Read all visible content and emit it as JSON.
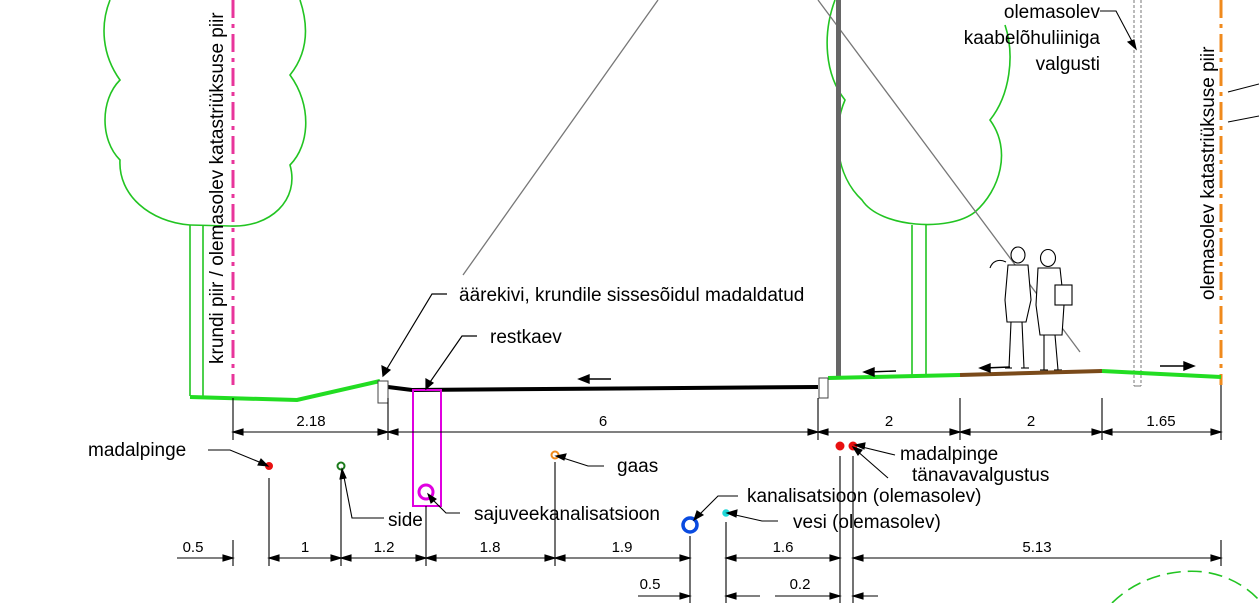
{
  "labels": {
    "boundary_left": "krundi piir / olemasolev katastriüksuse piir",
    "boundary_right": "olemasolev katastriüksuse piir",
    "curb": "äärekivi, krundile sissesõidul madaldatud",
    "drain": "restkaev",
    "lamp_line1": "olemasolev",
    "lamp_line2": "kaabelõhuliiniga",
    "lamp_line3": "valgusti"
  },
  "utilities": {
    "low_voltage_left": "madalpinge",
    "telecom": "side",
    "gas": "gaas",
    "stormwater": "sajuveekanalisatsioon",
    "sewer": "kanalisatsioon (olemasolev)",
    "water": "vesi (olemasolev)",
    "low_voltage_right": "madalpinge",
    "street_lighting": "tänavavalgustus"
  },
  "dimensions_top": [
    "2.18",
    "6",
    "2",
    "2",
    "1.65"
  ],
  "dimensions_bottom": [
    "0.5",
    "1",
    "1.2",
    "1.8",
    "1.9",
    "1.6",
    "5.13"
  ],
  "dimensions_lower": [
    "0.5",
    "0.2"
  ],
  "colors": {
    "tree": "#22c422",
    "grass": "#22dd22",
    "road": "#000000",
    "boundary_left": "#e8359b",
    "boundary_right": "#f08a1c",
    "drain_well": "#e000e0",
    "gravel": "#7a4a1a",
    "low_voltage": "#e81010",
    "telecom": "#1a7a1a",
    "gas": "#f08a1c",
    "sewer": "#0a4be0",
    "water": "#20d8d8"
  }
}
